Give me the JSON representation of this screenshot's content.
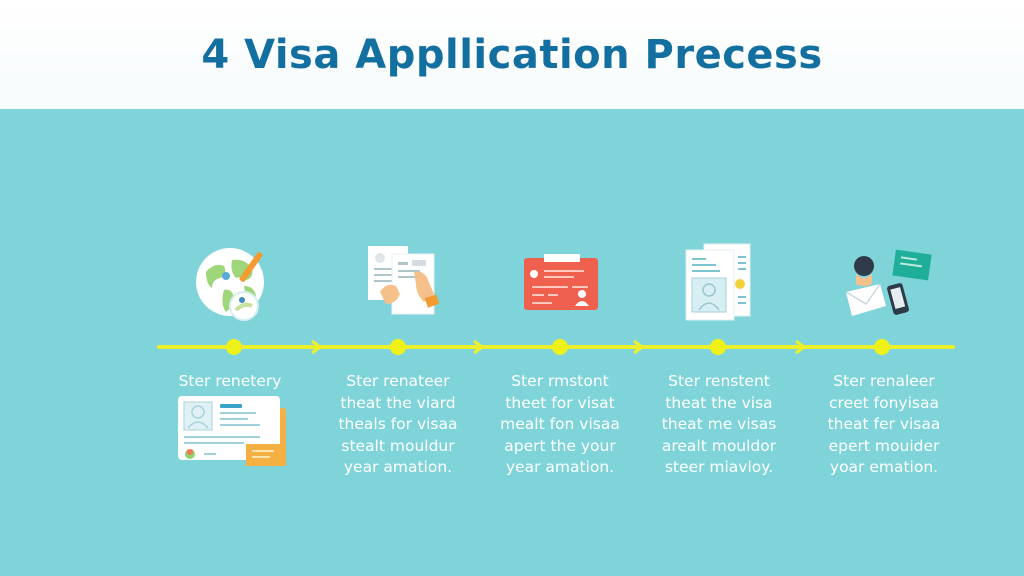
{
  "header": {
    "title": "4 Visa Appllication Precess"
  },
  "colors": {
    "title": "#126fa0",
    "background": "#7fd4da",
    "timeline": "#ecf02a",
    "header_bg": "#ffffff"
  },
  "timeline": {
    "dot_count": 5,
    "arrow_count": 4
  },
  "steps": [
    {
      "icon": "globe-pencil-icon",
      "lines": [
        "Ster renetery"
      ],
      "extra_icon": "id-card-icon"
    },
    {
      "icon": "documents-hands-icon",
      "lines": [
        "Ster renateer",
        "theat the viard",
        "theals for visaa",
        "stealt mouldur",
        "year amation."
      ]
    },
    {
      "icon": "red-id-card-icon",
      "lines": [
        "Ster rmstont",
        "theet for visat",
        "mealt fon visaa",
        "apert the your",
        "year amation."
      ]
    },
    {
      "icon": "passport-document-icon",
      "lines": [
        "Ster renstent",
        "theat the visa",
        "theat me visas",
        "arealt mouldor",
        "steer miavloy."
      ]
    },
    {
      "icon": "person-envelope-phone-card-icon",
      "lines": [
        "Ster renaleer",
        "creet fonyisaa",
        "theat fer visaa",
        "epert mouider",
        "yoar emation."
      ]
    }
  ]
}
